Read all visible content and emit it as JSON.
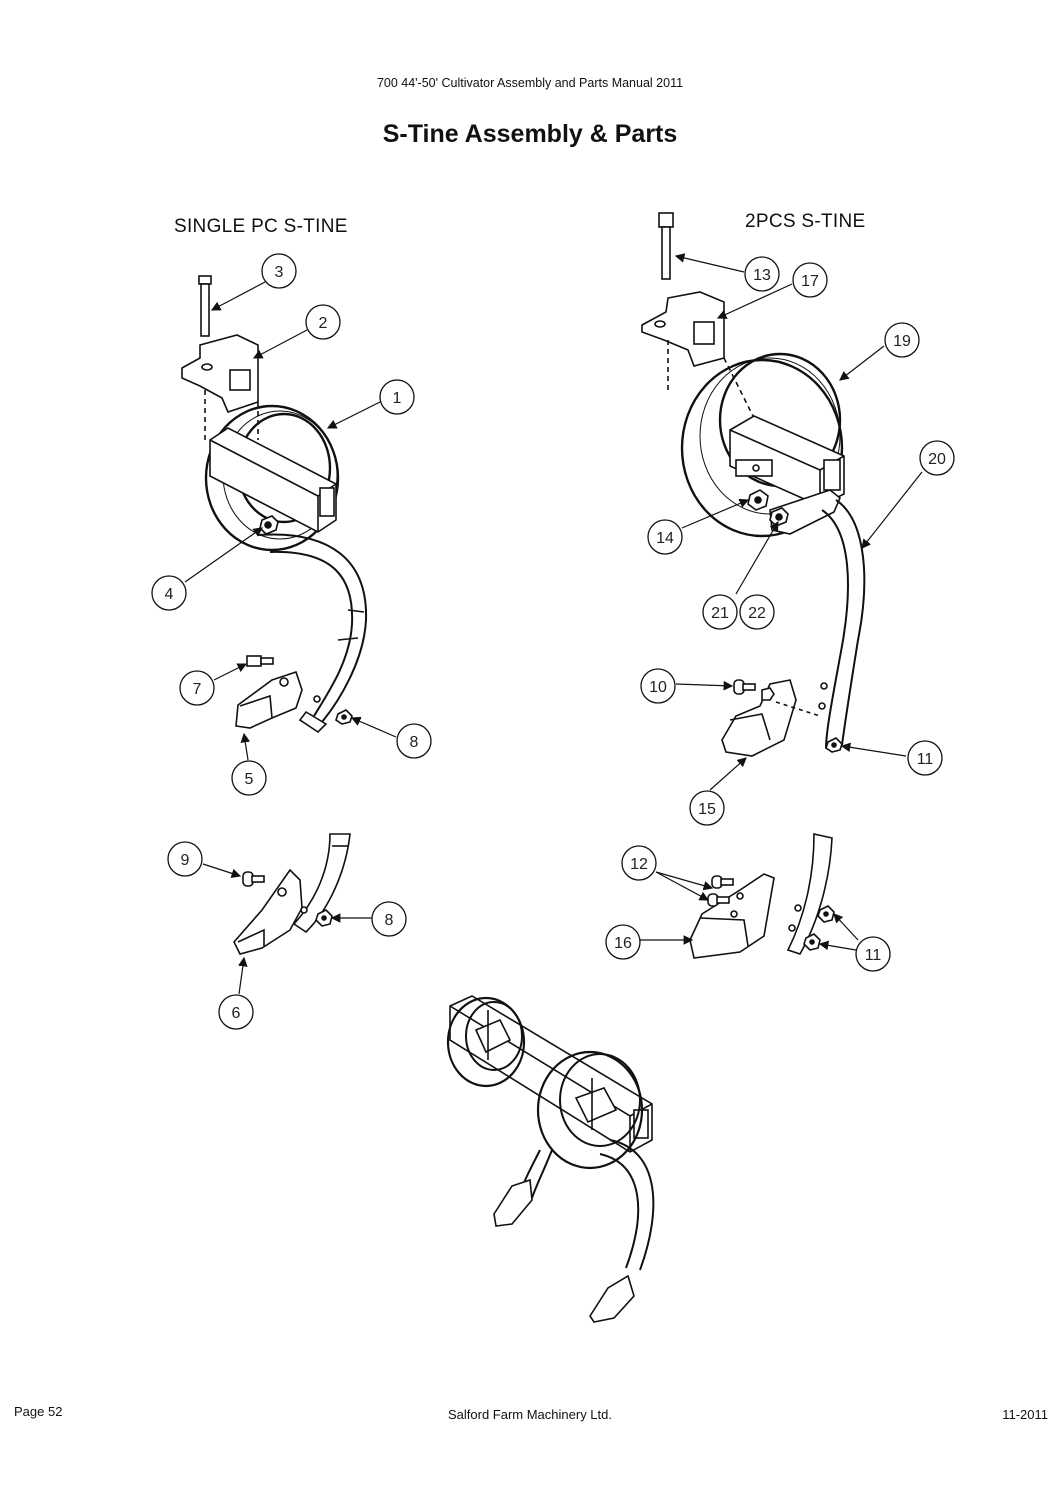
{
  "header": {
    "manual_title": "700 44'-50' Cultivator Assembly and Parts Manual 2011",
    "page_title": "S-Tine Assembly & Parts"
  },
  "sections": {
    "single": "SINGLE PC S-TINE",
    "two_piece": "2PCS S-TINE"
  },
  "callouts": {
    "c1": "1",
    "c2": "2",
    "c3": "3",
    "c4": "4",
    "c5": "5",
    "c6": "6",
    "c7": "7",
    "c8a": "8",
    "c8b": "8",
    "c9": "9",
    "c10": "10",
    "c11a": "11",
    "c11b": "11",
    "c12": "12",
    "c13": "13",
    "c14": "14",
    "c15": "15",
    "c16": "16",
    "c17": "17",
    "c19": "19",
    "c20": "20",
    "c21": "21",
    "c22": "22"
  },
  "footer": {
    "page": "Page 52",
    "company": "Salford Farm Machinery Ltd.",
    "date": "11-2011"
  }
}
